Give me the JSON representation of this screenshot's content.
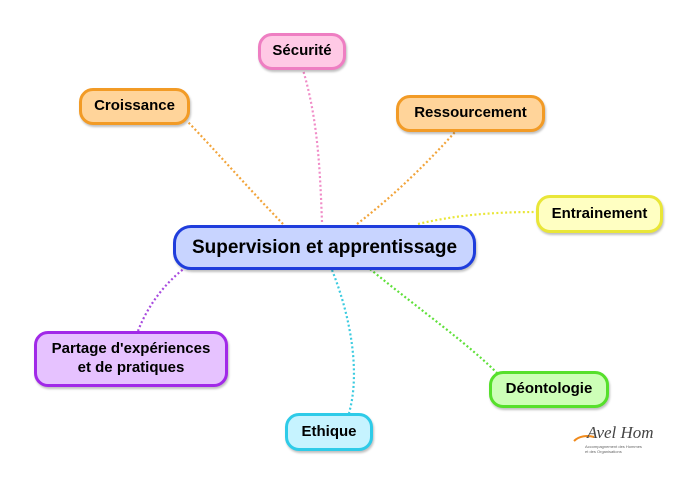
{
  "mindmap": {
    "center": {
      "label": "Supervision et apprentissage",
      "fill": "#c8d4ff",
      "border": "#1f3ddc"
    },
    "branches": [
      {
        "key": "securite",
        "label": "Sécurité",
        "fill": "#ffc9e5",
        "border": "#ee7ec2",
        "link": "#f08cc7"
      },
      {
        "key": "croissance",
        "label": "Croissance",
        "fill": "#ffd49a",
        "border": "#f29b26",
        "link": "#f2a43a"
      },
      {
        "key": "ressourcement",
        "label": "Ressourcement",
        "fill": "#ffd49a",
        "border": "#f29b26",
        "link": "#f2a43a"
      },
      {
        "key": "entrainement",
        "label": "Entrainement",
        "fill": "#ffffc2",
        "border": "#e9e638",
        "link": "#e9e638"
      },
      {
        "key": "partage",
        "label": "Partage d'expériences\net de pratiques",
        "fill": "#e6c2ff",
        "border": "#a129e8",
        "link": "#a84bdf"
      },
      {
        "key": "ethique",
        "label": "Ethique",
        "fill": "#c6f3ff",
        "border": "#2ecbe8",
        "link": "#3ccbe0"
      },
      {
        "key": "deontologie",
        "label": "Déontologie",
        "fill": "#cdffb7",
        "border": "#56e02b",
        "link": "#5fe03a"
      }
    ]
  },
  "logo": {
    "name": "Avel Hom",
    "tagline_1": "Accompagnement des Hommes",
    "tagline_2": "et des Organisations"
  }
}
